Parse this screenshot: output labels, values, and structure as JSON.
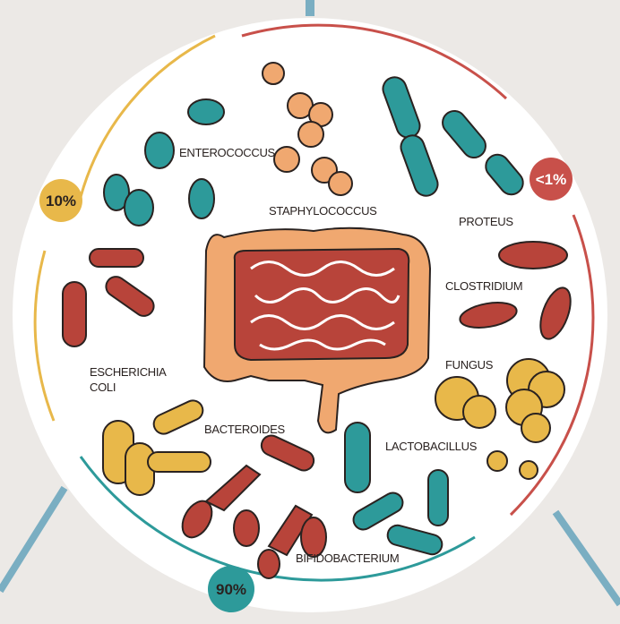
{
  "labels": {
    "enterococcus": "ENTEROCOCCUS",
    "staphylococcus": "STAPHYLOCOCCUS",
    "proteus": "PROTEUS",
    "clostridium": "CLOSTRIDIUM",
    "fungus": "FUNGUS",
    "escherichia_line1": "ESCHERICHIA",
    "escherichia_line2": "COLI",
    "bacteroides": "BACTEROIDES",
    "lactobacillus": "LACTOBACILLUS",
    "bifidobacterium": "BIFIDOBACTERIUM"
  },
  "badges": {
    "left": {
      "text": "10%",
      "color": "#e8b84a"
    },
    "right": {
      "text": "<1%",
      "color": "#c8504a"
    },
    "bottom": {
      "text": "90%",
      "color": "#2d9a9a"
    }
  },
  "colors": {
    "background": "#ece9e6",
    "circle": "#ffffff",
    "teal": "#2d9a9a",
    "red": "#b8443a",
    "yellow": "#e8b84a",
    "peach": "#f0a870",
    "intestine": "#e89a5e"
  }
}
